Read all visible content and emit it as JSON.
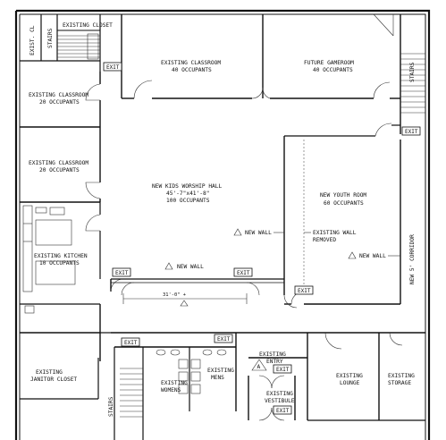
{
  "rooms": {
    "existing_closet": "EXISTING CLOSET",
    "stairs_top_left": "STAIRS",
    "exist_cl": "EXIST. CL",
    "existing_classroom_top": [
      "EXISTING CLASSROOM",
      "40 OCCUPANTS"
    ],
    "future_gameroom": [
      "FUTURE GAMEROOM",
      "40 OCCUPANTS"
    ],
    "stairs_right": "STAIRS",
    "existing_classroom_left_upper": [
      "EXISTING CLASSROOM",
      "20 OCCUPANTS"
    ],
    "existing_classroom_left_lower": [
      "EXISTING CLASSROOM",
      "20 OCCUPANTS"
    ],
    "kids_worship_hall": [
      "NEW KIDS WORSHIP HALL",
      "45'-7\"x41'-8\"",
      "100 OCCUPANTS"
    ],
    "youth_room": [
      "NEW YOUTH ROOM",
      "60 OCCUPANTS"
    ],
    "existing_kitchen": [
      "EXISTING KITCHEN",
      "10 OCCUPANTS"
    ],
    "corridor": "NEW 5' CORRIDOR",
    "janitor_closet": [
      "EXISTING",
      "JANITOR CLOSET"
    ],
    "stairs_bottom": "STAIRS",
    "existing_womens": [
      "EXISTING",
      "WOMENS"
    ],
    "existing_mens": [
      "EXISTING",
      "MENS"
    ],
    "existing_entry": [
      "EXISTING",
      "ENTRY"
    ],
    "existing_vestibule": [
      "EXISTING",
      "VESTIBULE"
    ],
    "existing_lounge": [
      "EXISTING",
      "LOUNGE"
    ],
    "existing_storage": [
      "EXISTING",
      "STORAGE"
    ]
  },
  "notes": {
    "new_wall": "NEW WALL",
    "existing_wall_removed": [
      "EXISTING WALL",
      "REMOVED"
    ],
    "dimension": "31'-0\" +"
  },
  "exit_label": "EXIT",
  "tag_letter": "A"
}
